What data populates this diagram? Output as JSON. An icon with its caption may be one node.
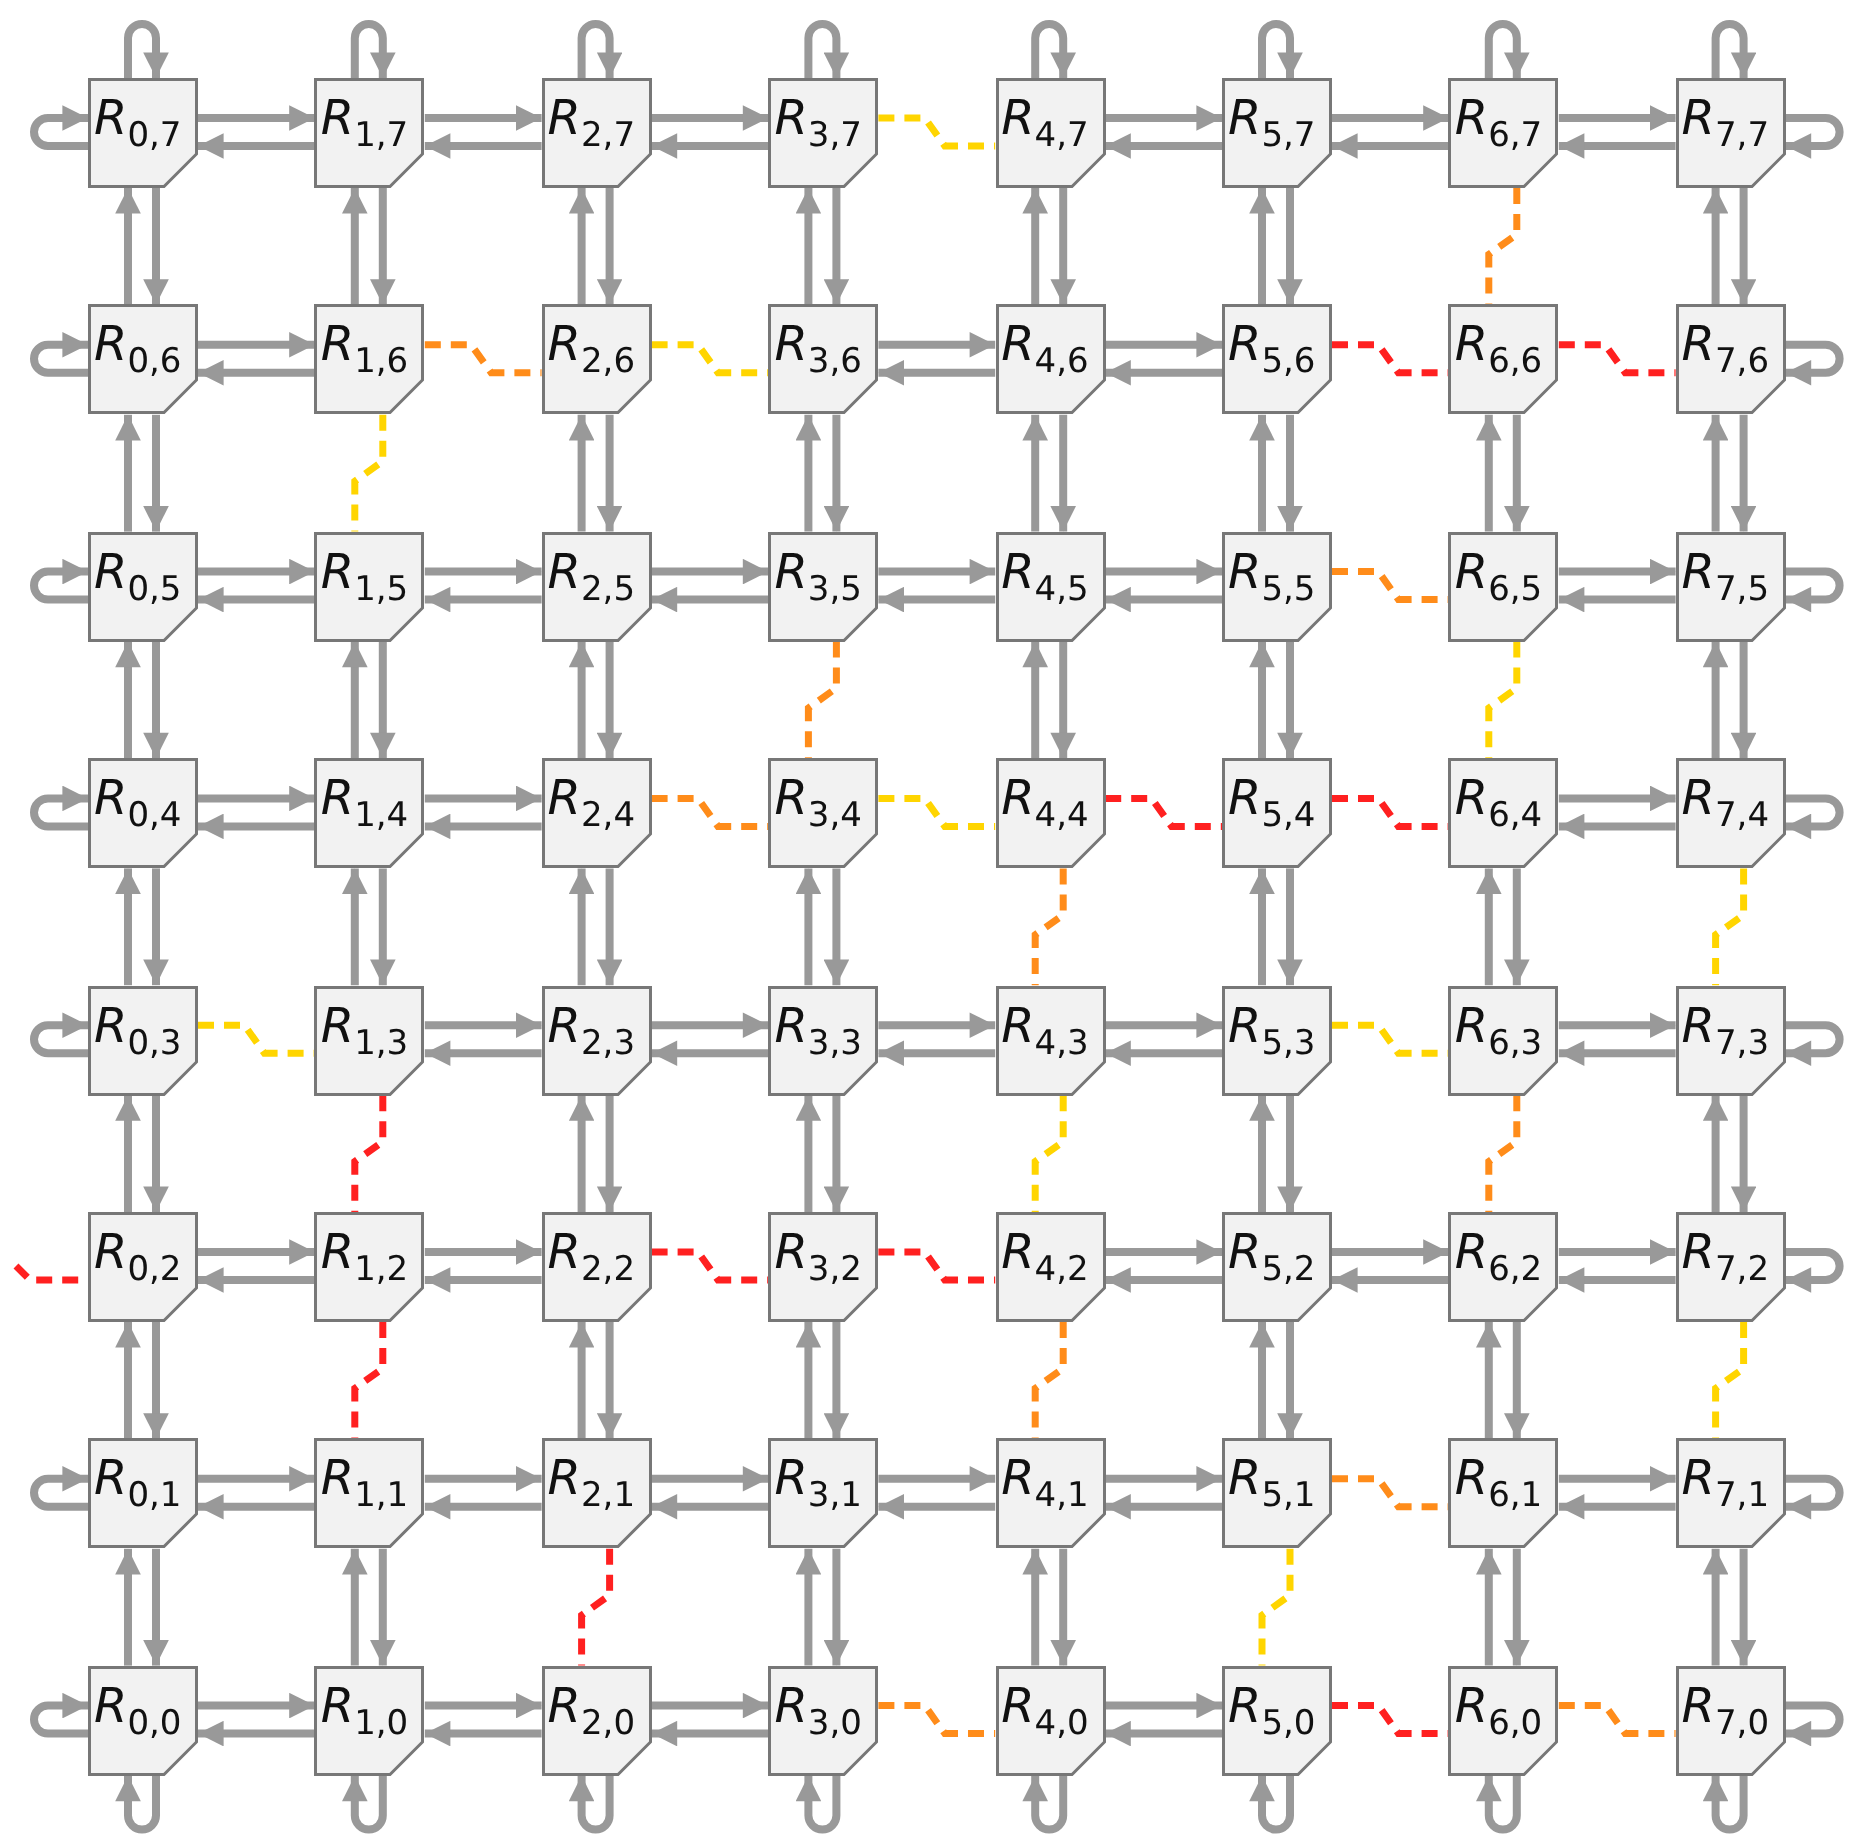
{
  "diagram": {
    "nodes": [
      {
        "text": [
          "*R*$_{0,7}$"
        ]
      },
      {
        "text": [
          "*R*$_{1,7}$"
        ]
      },
      {
        "text": [
          "*R*$_{2,7}$"
        ]
      },
      {
        "text": [
          "*R*$_{3,7}$"
        ]
      },
      {
        "text": [
          "*R*$_{4,7}$"
        ]
      },
      {
        "text": [
          "*R*$_{5,7}$"
        ]
      },
      {
        "text": [
          "*R*$_{6,7}$"
        ]
      },
      {
        "text": [
          "*R*$_{7,7}$"
        ]
      },
      {
        "text": [
          "*R*$_{0,6}$"
        ]
      },
      {
        "text": [
          "*R*$_{1,6}$"
        ]
      },
      {
        "text": [
          "*R*$_{2,6}$"
        ]
      },
      {
        "text": [
          "*R*$_{3,6}$"
        ]
      },
      {
        "text": [
          "*R*$_{4,6}$"
        ]
      },
      {
        "text": [
          "*R*$_{5,6}$"
        ]
      },
      {
        "text": [
          "*R*$_{6,6}$"
        ]
      },
      {
        "text": [
          "*R*$_{7,6}$"
        ]
      },
      {
        "text": [
          "*R*$_{0,5}$"
        ]
      },
      {
        "text": [
          "*R*$_{1,5}$"
        ]
      },
      {
        "text": [
          "*R*$_{2,5}$"
        ]
      },
      {
        "text": [
          "*R*$_{3,5}$"
        ]
      },
      {
        "text": [
          "*R*$_{4,5}$"
        ]
      },
      {
        "text": [
          "*R*$_{5,5}$"
        ]
      },
      {
        "text": [
          "*R*$_{6,5}$"
        ]
      },
      {
        "text": [
          "*R*$_{7,5}$"
        ]
      },
      {
        "text": [
          "*R*$_{0,4}$"
        ]
      },
      {
        "text": [
          "*R*$_{1,4}$"
        ]
      },
      {
        "text": [
          "*R*$_{2,4}$"
        ]
      },
      {
        "text": [
          "*R*$_{3,4}$"
        ]
      },
      {
        "text": [
          "*R*$_{4,4}$"
        ]
      },
      {
        "text": [
          "*R*$_{5,4}$"
        ]
      },
      {
        "text": [
          "*R*$_{6,4}$"
        ]
      },
      {
        "text": [
          "*R*$_{7,4}$"
        ]
      },
      {
        "text": [
          "*R*$_{0,3}$"
        ]
      },
      {
        "text": [
          "*R*$_{1,3}$"
        ]
      },
      {
        "text": [
          "*R*$_{2,3}$"
        ]
      },
      {
        "text": [
          "*R*$_{3,3}$"
        ]
      },
      {
        "text": [
          "*R*$_{4,3}$"
        ]
      },
      {
        "text": [
          "*R*$_{5,3}$"
        ]
      },
      {
        "text": [
          "*R*$_{6,3}$"
        ]
      },
      {
        "text": [
          "*R*$_{7,3}$"
        ]
      },
      {
        "text": [
          "*R*$_{0,2}$"
        ]
      },
      {
        "text": [
          "*R*$_{1,2}$"
        ]
      },
      {
        "text": [
          "*R*$_{2,2}$"
        ]
      },
      {
        "text": [
          "*R*$_{3,2}$"
        ]
      },
      {
        "text": [
          "*R*$_{4,2}$"
        ]
      },
      {
        "text": [
          "*R*$_{5,2}$"
        ]
      },
      {
        "text": [
          "*R*$_{6,2}$"
        ]
      },
      {
        "text": [
          "*R*$_{7,2}$"
        ]
      },
      {
        "text": [
          "*R*$_{0,1}$"
        ]
      },
      {
        "text": [
          "*R*$_{1,1}$"
        ]
      },
      {
        "text": [
          "*R*$_{2,1}$"
        ]
      },
      {
        "text": [
          "*R*$_{3,1}$"
        ]
      },
      {
        "text": [
          "*R*$_{4,1}$"
        ]
      },
      {
        "text": [
          "*R*$_{5,1}$"
        ]
      },
      {
        "text": [
          "*R*$_{6,1}$"
        ]
      },
      {
        "text": [
          "*R*$_{7,1}$"
        ]
      },
      {
        "text": [
          "*R*$_{0,0}$"
        ]
      },
      {
        "text": [
          "*R*$_{1,0}$"
        ]
      },
      {
        "text": [
          "*R*$_{2,0}$"
        ]
      },
      {
        "text": [
          "*R*$_{3,0}$"
        ]
      },
      {
        "text": [
          "*R*$_{4,0}$"
        ]
      },
      {
        "text": [
          "*R*$_{5,0}$"
        ]
      },
      {
        "text": [
          "*R*$_{6,0}$"
        ]
      },
      {
        "text": [
          "*R*$_{7,0}$"
        ]
      }
    ],
    "edges": [
      {
        "from": 0,
        "to": 1,
        "arrow": "to"
      },
      {
        "from": 1,
        "to": 0,
        "arrow": "to"
      },
      {
        "from": 1,
        "to": 2,
        "arrow": "to"
      },
      {
        "from": 2,
        "to": 1,
        "arrow": "to"
      },
      {
        "from": 2,
        "to": 3,
        "arrow": "to"
      },
      {
        "from": 3,
        "to": 2,
        "arrow": "to"
      },
      {
        "from": 3,
        "to": 4,
        "arrow": "none",
        "style": "dashed",
        "color": "#ffd500"
      },
      {
        "from": 4,
        "to": 5,
        "arrow": "to"
      },
      {
        "from": 5,
        "to": 4,
        "arrow": "to"
      },
      {
        "from": 5,
        "to": 6,
        "arrow": "to"
      },
      {
        "from": 6,
        "to": 5,
        "arrow": "to"
      },
      {
        "from": 6,
        "to": 7,
        "arrow": "to"
      },
      {
        "from": 7,
        "to": 6,
        "arrow": "to"
      },
      {
        "from": 8,
        "to": 0,
        "arrow": "to"
      },
      {
        "from": 0,
        "to": 8,
        "arrow": "to"
      },
      {
        "from": 9,
        "to": 1,
        "arrow": "to"
      },
      {
        "from": 1,
        "to": 9,
        "arrow": "to"
      },
      {
        "from": 10,
        "to": 2,
        "arrow": "to"
      },
      {
        "from": 2,
        "to": 10,
        "arrow": "to"
      },
      {
        "from": 11,
        "to": 3,
        "arrow": "to"
      },
      {
        "from": 3,
        "to": 11,
        "arrow": "to"
      },
      {
        "from": 12,
        "to": 4,
        "arrow": "to"
      },
      {
        "from": 4,
        "to": 12,
        "arrow": "to"
      },
      {
        "from": 13,
        "to": 5,
        "arrow": "to"
      },
      {
        "from": 5,
        "to": 13,
        "arrow": "to"
      },
      {
        "from": 6,
        "to": 14,
        "arrow": "none",
        "style": "dashed",
        "color": "#ff8c1a"
      },
      {
        "from": 15,
        "to": 7,
        "arrow": "to"
      },
      {
        "from": 7,
        "to": 15,
        "arrow": "to"
      },
      {
        "from": 8,
        "to": 9,
        "arrow": "to"
      },
      {
        "from": 9,
        "to": 8,
        "arrow": "to"
      },
      {
        "from": 9,
        "to": 10,
        "arrow": "none",
        "style": "dashed",
        "color": "#ff8c1a"
      },
      {
        "from": 10,
        "to": 11,
        "arrow": "none",
        "style": "dashed",
        "color": "#ffd500"
      },
      {
        "from": 11,
        "to": 12,
        "arrow": "to"
      },
      {
        "from": 12,
        "to": 11,
        "arrow": "to"
      },
      {
        "from": 12,
        "to": 13,
        "arrow": "to"
      },
      {
        "from": 13,
        "to": 12,
        "arrow": "to"
      },
      {
        "from": 13,
        "to": 14,
        "arrow": "none",
        "style": "dashed",
        "color": "#ff2020"
      },
      {
        "from": 14,
        "to": 15,
        "arrow": "none",
        "style": "dashed",
        "color": "#ff2020"
      },
      {
        "from": 16,
        "to": 8,
        "arrow": "to"
      },
      {
        "from": 8,
        "to": 16,
        "arrow": "to"
      },
      {
        "from": 9,
        "to": 17,
        "arrow": "none",
        "style": "dashed",
        "color": "#ffd500"
      },
      {
        "from": 18,
        "to": 10,
        "arrow": "to"
      },
      {
        "from": 10,
        "to": 18,
        "arrow": "to"
      },
      {
        "from": 19,
        "to": 11,
        "arrow": "to"
      },
      {
        "from": 11,
        "to": 19,
        "arrow": "to"
      },
      {
        "from": 20,
        "to": 12,
        "arrow": "to"
      },
      {
        "from": 12,
        "to": 20,
        "arrow": "to"
      },
      {
        "from": 21,
        "to": 13,
        "arrow": "to"
      },
      {
        "from": 13,
        "to": 21,
        "arrow": "to"
      },
      {
        "from": 22,
        "to": 14,
        "arrow": "to"
      },
      {
        "from": 14,
        "to": 22,
        "arrow": "to"
      },
      {
        "from": 23,
        "to": 15,
        "arrow": "to"
      },
      {
        "from": 15,
        "to": 23,
        "arrow": "to"
      },
      {
        "from": 16,
        "to": 17,
        "arrow": "to"
      },
      {
        "from": 17,
        "to": 16,
        "arrow": "to"
      },
      {
        "from": 17,
        "to": 18,
        "arrow": "to"
      },
      {
        "from": 18,
        "to": 17,
        "arrow": "to"
      },
      {
        "from": 18,
        "to": 19,
        "arrow": "to"
      },
      {
        "from": 19,
        "to": 18,
        "arrow": "to"
      },
      {
        "from": 19,
        "to": 20,
        "arrow": "to"
      },
      {
        "from": 20,
        "to": 19,
        "arrow": "to"
      },
      {
        "from": 20,
        "to": 21,
        "arrow": "to"
      },
      {
        "from": 21,
        "to": 20,
        "arrow": "to"
      },
      {
        "from": 21,
        "to": 22,
        "arrow": "none",
        "style": "dashed",
        "color": "#ff8c1a"
      },
      {
        "from": 22,
        "to": 23,
        "arrow": "to"
      },
      {
        "from": 23,
        "to": 22,
        "arrow": "to"
      },
      {
        "from": 24,
        "to": 16,
        "arrow": "to"
      },
      {
        "from": 16,
        "to": 24,
        "arrow": "to"
      },
      {
        "from": 25,
        "to": 17,
        "arrow": "to"
      },
      {
        "from": 17,
        "to": 25,
        "arrow": "to"
      },
      {
        "from": 26,
        "to": 18,
        "arrow": "to"
      },
      {
        "from": 18,
        "to": 26,
        "arrow": "to"
      },
      {
        "from": 19,
        "to": 27,
        "arrow": "none",
        "style": "dashed",
        "color": "#ff8c1a"
      },
      {
        "from": 28,
        "to": 20,
        "arrow": "to"
      },
      {
        "from": 20,
        "to": 28,
        "arrow": "to"
      },
      {
        "from": 29,
        "to": 21,
        "arrow": "to"
      },
      {
        "from": 21,
        "to": 29,
        "arrow": "to"
      },
      {
        "from": 22,
        "to": 30,
        "arrow": "none",
        "style": "dashed",
        "color": "#ffd500"
      },
      {
        "from": 31,
        "to": 23,
        "arrow": "to"
      },
      {
        "from": 23,
        "to": 31,
        "arrow": "to"
      },
      {
        "from": 24,
        "to": 25,
        "arrow": "to"
      },
      {
        "from": 25,
        "to": 24,
        "arrow": "to"
      },
      {
        "from": 25,
        "to": 26,
        "arrow": "to"
      },
      {
        "from": 26,
        "to": 25,
        "arrow": "to"
      },
      {
        "from": 26,
        "to": 27,
        "arrow": "none",
        "style": "dashed",
        "color": "#ff8c1a"
      },
      {
        "from": 27,
        "to": 28,
        "arrow": "none",
        "style": "dashed",
        "color": "#ffd500"
      },
      {
        "from": 28,
        "to": 29,
        "arrow": "none",
        "style": "dashed",
        "color": "#ff2020"
      },
      {
        "from": 29,
        "to": 30,
        "arrow": "none",
        "style": "dashed",
        "color": "#ff2020"
      },
      {
        "from": 30,
        "to": 31,
        "arrow": "to"
      },
      {
        "from": 31,
        "to": 30,
        "arrow": "to"
      },
      {
        "from": 32,
        "to": 24,
        "arrow": "to"
      },
      {
        "from": 24,
        "to": 32,
        "arrow": "to"
      },
      {
        "from": 33,
        "to": 25,
        "arrow": "to"
      },
      {
        "from": 25,
        "to": 33,
        "arrow": "to"
      },
      {
        "from": 34,
        "to": 26,
        "arrow": "to"
      },
      {
        "from": 26,
        "to": 34,
        "arrow": "to"
      },
      {
        "from": 35,
        "to": 27,
        "arrow": "to"
      },
      {
        "from": 27,
        "to": 35,
        "arrow": "to"
      },
      {
        "from": 28,
        "to": 36,
        "arrow": "none",
        "style": "dashed",
        "color": "#ff8c1a"
      },
      {
        "from": 37,
        "to": 29,
        "arrow": "to"
      },
      {
        "from": 29,
        "to": 37,
        "arrow": "to"
      },
      {
        "from": 38,
        "to": 30,
        "arrow": "to"
      },
      {
        "from": 30,
        "to": 38,
        "arrow": "to"
      },
      {
        "from": 31,
        "to": 39,
        "arrow": "none",
        "style": "dashed",
        "color": "#ffd500"
      },
      {
        "from": 32,
        "to": 33,
        "arrow": "none",
        "style": "dashed",
        "color": "#ffd500"
      },
      {
        "from": 33,
        "to": 34,
        "arrow": "to"
      },
      {
        "from": 34,
        "to": 33,
        "arrow": "to"
      },
      {
        "from": 34,
        "to": 35,
        "arrow": "to"
      },
      {
        "from": 35,
        "to": 34,
        "arrow": "to"
      },
      {
        "from": 35,
        "to": 36,
        "arrow": "to"
      },
      {
        "from": 36,
        "to": 35,
        "arrow": "to"
      },
      {
        "from": 36,
        "to": 37,
        "arrow": "to"
      },
      {
        "from": 37,
        "to": 36,
        "arrow": "to"
      },
      {
        "from": 37,
        "to": 38,
        "arrow": "none",
        "style": "dashed",
        "color": "#ffd500"
      },
      {
        "from": 38,
        "to": 39,
        "arrow": "to"
      },
      {
        "from": 39,
        "to": 38,
        "arrow": "to"
      },
      {
        "from": 40,
        "to": 32,
        "arrow": "to"
      },
      {
        "from": 32,
        "to": 40,
        "arrow": "to"
      },
      {
        "from": 33,
        "to": 41,
        "arrow": "none",
        "style": "dashed",
        "color": "#ff2020"
      },
      {
        "from": 42,
        "to": 34,
        "arrow": "to"
      },
      {
        "from": 34,
        "to": 42,
        "arrow": "to"
      },
      {
        "from": 43,
        "to": 35,
        "arrow": "to"
      },
      {
        "from": 35,
        "to": 43,
        "arrow": "to"
      },
      {
        "from": 36,
        "to": 44,
        "arrow": "none",
        "style": "dashed",
        "color": "#ffd500"
      },
      {
        "from": 45,
        "to": 37,
        "arrow": "to"
      },
      {
        "from": 37,
        "to": 45,
        "arrow": "to"
      },
      {
        "from": 38,
        "to": 46,
        "arrow": "none",
        "style": "dashed",
        "color": "#ff8c1a"
      },
      {
        "from": 47,
        "to": 39,
        "arrow": "to"
      },
      {
        "from": 39,
        "to": 47,
        "arrow": "to"
      },
      {
        "from": 40,
        "to": 41,
        "arrow": "to"
      },
      {
        "from": 41,
        "to": 40,
        "arrow": "to"
      },
      {
        "from": 41,
        "to": 42,
        "arrow": "to"
      },
      {
        "from": 42,
        "to": 41,
        "arrow": "to"
      },
      {
        "from": 42,
        "to": 43,
        "arrow": "none",
        "style": "dashed",
        "color": "#ff2020"
      },
      {
        "from": 43,
        "to": 44,
        "arrow": "none",
        "style": "dashed",
        "color": "#ff2020"
      },
      {
        "from": 44,
        "to": 45,
        "arrow": "to"
      },
      {
        "from": 45,
        "to": 44,
        "arrow": "to"
      },
      {
        "from": 45,
        "to": 46,
        "arrow": "to"
      },
      {
        "from": 46,
        "to": 45,
        "arrow": "to"
      },
      {
        "from": 46,
        "to": 47,
        "arrow": "to"
      },
      {
        "from": 47,
        "to": 46,
        "arrow": "to"
      },
      {
        "from": 48,
        "to": 40,
        "arrow": "to"
      },
      {
        "from": 40,
        "to": 48,
        "arrow": "to"
      },
      {
        "from": 41,
        "to": 49,
        "arrow": "none",
        "style": "dashed",
        "color": "#ff2020"
      },
      {
        "from": 50,
        "to": 42,
        "arrow": "to"
      },
      {
        "from": 42,
        "to": 50,
        "arrow": "to"
      },
      {
        "from": 51,
        "to": 43,
        "arrow": "to"
      },
      {
        "from": 43,
        "to": 51,
        "arrow": "to"
      },
      {
        "from": 44,
        "to": 52,
        "arrow": "none",
        "style": "dashed",
        "color": "#ff8c1a"
      },
      {
        "from": 53,
        "to": 45,
        "arrow": "to"
      },
      {
        "from": 45,
        "to": 53,
        "arrow": "to"
      },
      {
        "from": 54,
        "to": 46,
        "arrow": "to"
      },
      {
        "from": 46,
        "to": 54,
        "arrow": "to"
      },
      {
        "from": 47,
        "to": 55,
        "arrow": "none",
        "style": "dashed",
        "color": "#ffd500"
      },
      {
        "from": 48,
        "to": 49,
        "arrow": "to"
      },
      {
        "from": 49,
        "to": 48,
        "arrow": "to"
      },
      {
        "from": 49,
        "to": 50,
        "arrow": "to"
      },
      {
        "from": 50,
        "to": 49,
        "arrow": "to"
      },
      {
        "from": 50,
        "to": 51,
        "arrow": "to"
      },
      {
        "from": 51,
        "to": 50,
        "arrow": "to"
      },
      {
        "from": 51,
        "to": 52,
        "arrow": "to"
      },
      {
        "from": 52,
        "to": 51,
        "arrow": "to"
      },
      {
        "from": 52,
        "to": 53,
        "arrow": "to"
      },
      {
        "from": 53,
        "to": 52,
        "arrow": "to"
      },
      {
        "from": 53,
        "to": 54,
        "arrow": "none",
        "style": "dashed",
        "color": "#ff8c1a"
      },
      {
        "from": 54,
        "to": 55,
        "arrow": "to"
      },
      {
        "from": 55,
        "to": 54,
        "arrow": "to"
      },
      {
        "from": 56,
        "to": 48,
        "arrow": "to"
      },
      {
        "from": 48,
        "to": 56,
        "arrow": "to"
      },
      {
        "from": 57,
        "to": 49,
        "arrow": "to"
      },
      {
        "from": 49,
        "to": 57,
        "arrow": "to"
      },
      {
        "from": 50,
        "to": 58,
        "arrow": "none",
        "style": "dashed",
        "color": "#ff2020"
      },
      {
        "from": 59,
        "to": 51,
        "arrow": "to"
      },
      {
        "from": 51,
        "to": 59,
        "arrow": "to"
      },
      {
        "from": 60,
        "to": 52,
        "arrow": "to"
      },
      {
        "from": 52,
        "to": 60,
        "arrow": "to"
      },
      {
        "from": 53,
        "to": 61,
        "arrow": "none",
        "style": "dashed",
        "color": "#ffd500"
      },
      {
        "from": 62,
        "to": 54,
        "arrow": "to"
      },
      {
        "from": 54,
        "to": 62,
        "arrow": "to"
      },
      {
        "from": 63,
        "to": 55,
        "arrow": "to"
      },
      {
        "from": 55,
        "to": 63,
        "arrow": "to"
      },
      {
        "from": 56,
        "to": 57,
        "arrow": "to"
      },
      {
        "from": 57,
        "to": 56,
        "arrow": "to"
      },
      {
        "from": 57,
        "to": 58,
        "arrow": "to"
      },
      {
        "from": 58,
        "to": 57,
        "arrow": "to"
      },
      {
        "from": 58,
        "to": 59,
        "arrow": "to"
      },
      {
        "from": 59,
        "to": 58,
        "arrow": "to"
      },
      {
        "from": 59,
        "to": 60,
        "arrow": "none",
        "style": "dashed",
        "color": "#ff8c1a"
      },
      {
        "from": 60,
        "to": 61,
        "arrow": "to"
      },
      {
        "from": 61,
        "to": 60,
        "arrow": "to"
      },
      {
        "from": 61,
        "to": 62,
        "arrow": "none",
        "style": "dashed",
        "color": "#ff2020"
      },
      {
        "from": 62,
        "to": 63,
        "arrow": "none",
        "style": "dashed",
        "color": "#ff8c1a"
      },
      {
        "from": 0,
        "to": 0,
        "arrow": "to"
      },
      {
        "from": 0,
        "to": 0,
        "arrow": "to"
      },
      {
        "from": 1,
        "to": 1,
        "arrow": "to"
      },
      {
        "from": 2,
        "to": 2,
        "arrow": "to"
      },
      {
        "from": 3,
        "to": 3,
        "arrow": "to"
      },
      {
        "from": 4,
        "to": 4,
        "arrow": "to"
      },
      {
        "from": 5,
        "to": 5,
        "arrow": "to"
      },
      {
        "from": 6,
        "to": 6,
        "arrow": "to"
      },
      {
        "from": 7,
        "to": 7,
        "arrow": "to"
      },
      {
        "from": 7,
        "to": 7,
        "arrow": "to"
      },
      {
        "from": 8,
        "to": 8,
        "arrow": "to"
      },
      {
        "from": 15,
        "to": 15,
        "arrow": "to"
      },
      {
        "from": 16,
        "to": 16,
        "arrow": "to"
      },
      {
        "from": 23,
        "to": 23,
        "arrow": "to"
      },
      {
        "from": 24,
        "to": 24,
        "arrow": "to"
      },
      {
        "from": 31,
        "to": 31,
        "arrow": "to"
      },
      {
        "from": 32,
        "to": 32,
        "arrow": "to"
      },
      {
        "from": 39,
        "to": 39,
        "arrow": "to"
      },
      {
        "from": 47,
        "to": 47,
        "arrow": "to"
      },
      {
        "from": 48,
        "to": 48,
        "arrow": "to"
      },
      {
        "from": 55,
        "to": 55,
        "arrow": "to"
      },
      {
        "from": 56,
        "to": 56,
        "arrow": "to"
      },
      {
        "from": 56,
        "to": 56,
        "arrow": "to"
      },
      {
        "from": 57,
        "to": 57,
        "arrow": "to"
      },
      {
        "from": 58,
        "to": 58,
        "arrow": "to"
      },
      {
        "from": 59,
        "to": 59,
        "arrow": "to"
      },
      {
        "from": 60,
        "to": 60,
        "arrow": "to"
      },
      {
        "from": 61,
        "to": 61,
        "arrow": "to"
      },
      {
        "from": 62,
        "to": 62,
        "arrow": "to"
      },
      {
        "from": 63,
        "to": 63,
        "arrow": "to"
      },
      {
        "from": 63,
        "to": 63,
        "arrow": "to"
      },
      {
        "from": null,
        "to": 40,
        "arrow": "none",
        "style": "dashed",
        "color": "#ff2020"
      }
    ]
  }
}
